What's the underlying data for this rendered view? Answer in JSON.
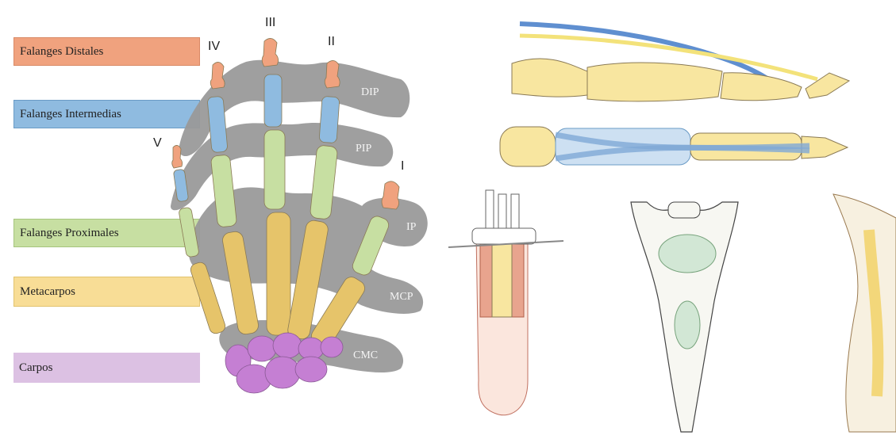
{
  "legend": [
    {
      "label": "Falanges Distales",
      "color": "#f0a27e",
      "border": "#d98a66"
    },
    {
      "label": "Falanges Intermedias",
      "color": "#8fbbe0",
      "border": "#6a9bc6"
    },
    {
      "label": "Falanges Proximales",
      "color": "#c7dfa2",
      "border": "#a6c57d"
    },
    {
      "label": "Metacarpos",
      "color": "#f8dd96",
      "border": "#e2c36e"
    },
    {
      "label": "Carpos",
      "color": "#dcc1e3",
      "border": "#c1a2ca"
    }
  ],
  "fingers": [
    "V",
    "IV",
    "III",
    "II",
    "I"
  ],
  "joints": [
    "DIP",
    "PIP",
    "IP",
    "MCP",
    "CMC"
  ],
  "colors": {
    "joint_band": "#9a9a9a",
    "bone_distal": "#f0a27e",
    "bone_intermediate": "#8fbbe0",
    "bone_proximal": "#c7dfa2",
    "bone_metacarpal": "#e6c46a",
    "bone_carpal": "#c57fd3",
    "tendon_blue": "#7fa9d6",
    "tendon_yellow": "#f3e27a"
  }
}
